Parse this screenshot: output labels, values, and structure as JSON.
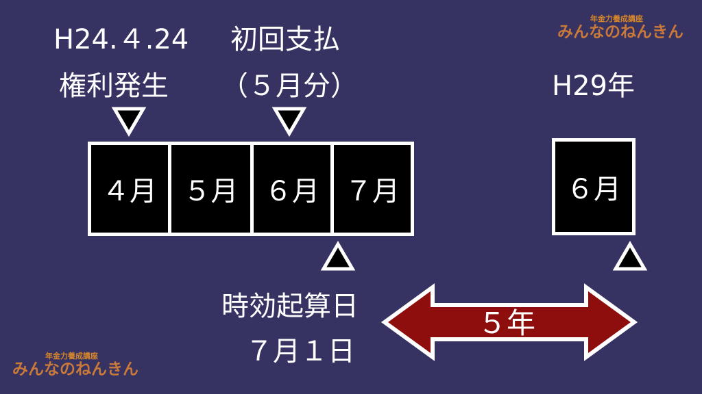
{
  "header": {
    "date_left": "H24.４.24",
    "right_of_date": "権利発生",
    "first_payment": "初回支払",
    "first_payment_sub": "（５月分）",
    "year_right": "H29年"
  },
  "months": [
    "４月",
    "５月",
    "６月",
    "７月"
  ],
  "later_month": "６月",
  "footer": {
    "start_label": "時効起算日",
    "start_date": "７月１日",
    "arrow_label": "５年"
  },
  "logo": {
    "top_line": "年金力養成講座",
    "name": "みんなのねんきん"
  },
  "colors": {
    "background": "#363262",
    "arrow_fill": "#8e0d0d",
    "logo": "#c9793a"
  }
}
